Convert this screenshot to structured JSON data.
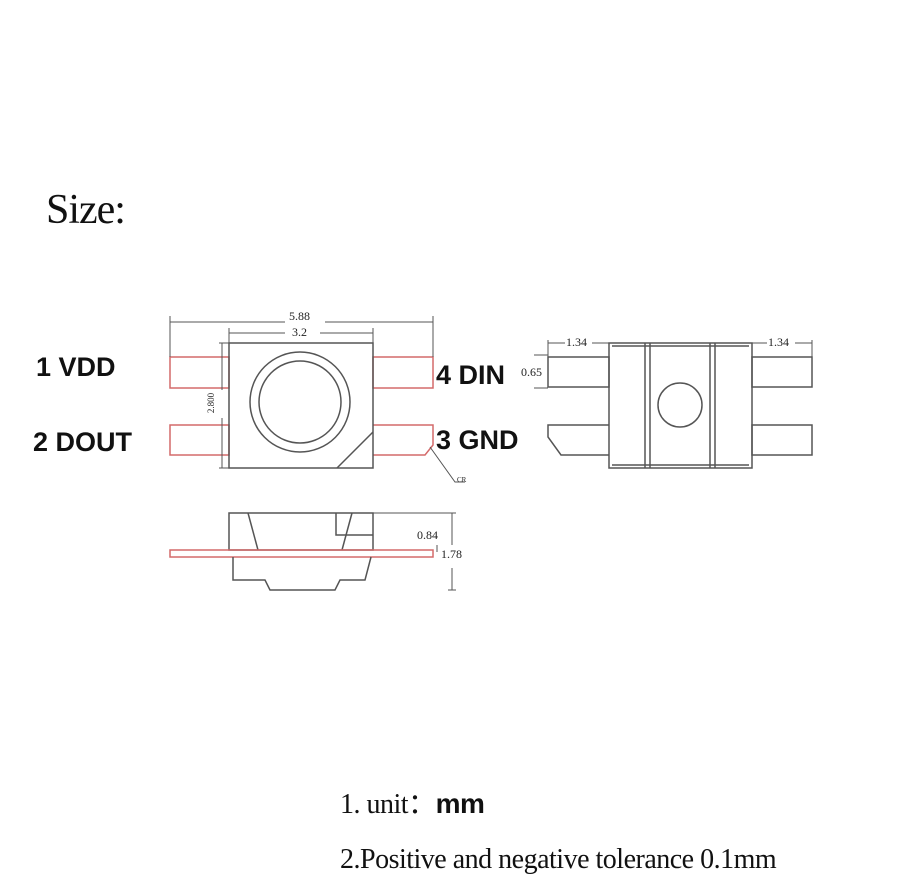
{
  "heading": "Size:",
  "pins": {
    "pin1": "1 VDD",
    "pin2": "2 DOUT",
    "pin3": "3 GND",
    "pin4": "4 DIN"
  },
  "dimensions": {
    "total_width": "5.88",
    "body_width": "3.2",
    "body_height": "2.800",
    "pin_pitch": "0.65",
    "pin_length_left": "1.34",
    "pin_length_right": "1.34",
    "top_height": "0.84",
    "total_height": "1.78",
    "chamfer": "CR"
  },
  "notes": {
    "unit_label": "1. unit：",
    "unit_value": "mm",
    "tolerance": "2.Positive and negative tolerance 0.1mm"
  },
  "colors": {
    "pin_outline": "#d46a6a",
    "line": "#555555"
  }
}
